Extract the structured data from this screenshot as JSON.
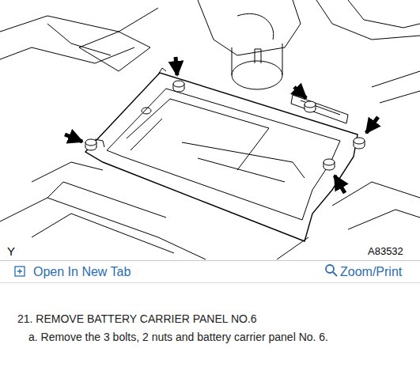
{
  "diagram": {
    "title": "21. REMOVE BATTERY CARRIER PANEL NO.6",
    "labels": [
      "Y",
      "A83532",
      "Open In New Tab",
      "Zoom/Print",
      "a. Remove the 3 bolts, 2 nuts and battery carrier panel No. 6."
    ]
  }
}
